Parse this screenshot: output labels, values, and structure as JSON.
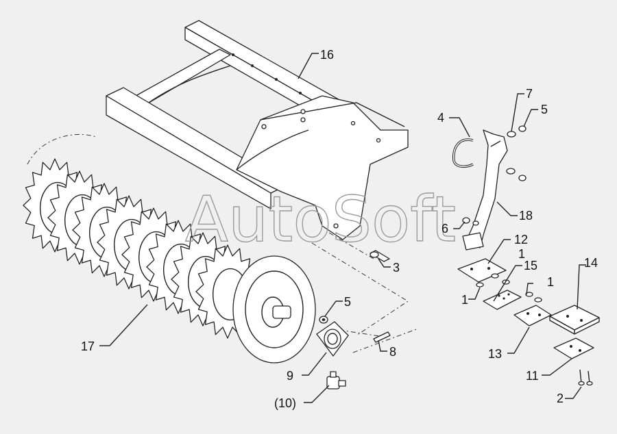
{
  "diagram": {
    "watermark": "AutoSoft",
    "callouts": [
      {
        "id": "c16",
        "text": "16"
      },
      {
        "id": "c17",
        "text": "17"
      },
      {
        "id": "c3",
        "text": "3"
      },
      {
        "id": "c5a",
        "text": "5"
      },
      {
        "id": "c8",
        "text": "8"
      },
      {
        "id": "c9",
        "text": "9"
      },
      {
        "id": "c10",
        "text": "(10)"
      },
      {
        "id": "c4",
        "text": "4"
      },
      {
        "id": "c7",
        "text": "7"
      },
      {
        "id": "c5b",
        "text": "5"
      },
      {
        "id": "c18",
        "text": "18"
      },
      {
        "id": "c6",
        "text": "6"
      },
      {
        "id": "c12",
        "text": "12"
      },
      {
        "id": "c1a",
        "text": "1"
      },
      {
        "id": "c15",
        "text": "15"
      },
      {
        "id": "c1b",
        "text": "1"
      },
      {
        "id": "c1c",
        "text": "1"
      },
      {
        "id": "c14",
        "text": "14"
      },
      {
        "id": "c13",
        "text": "13"
      },
      {
        "id": "c11",
        "text": "11"
      },
      {
        "id": "c2",
        "text": "2"
      }
    ]
  }
}
